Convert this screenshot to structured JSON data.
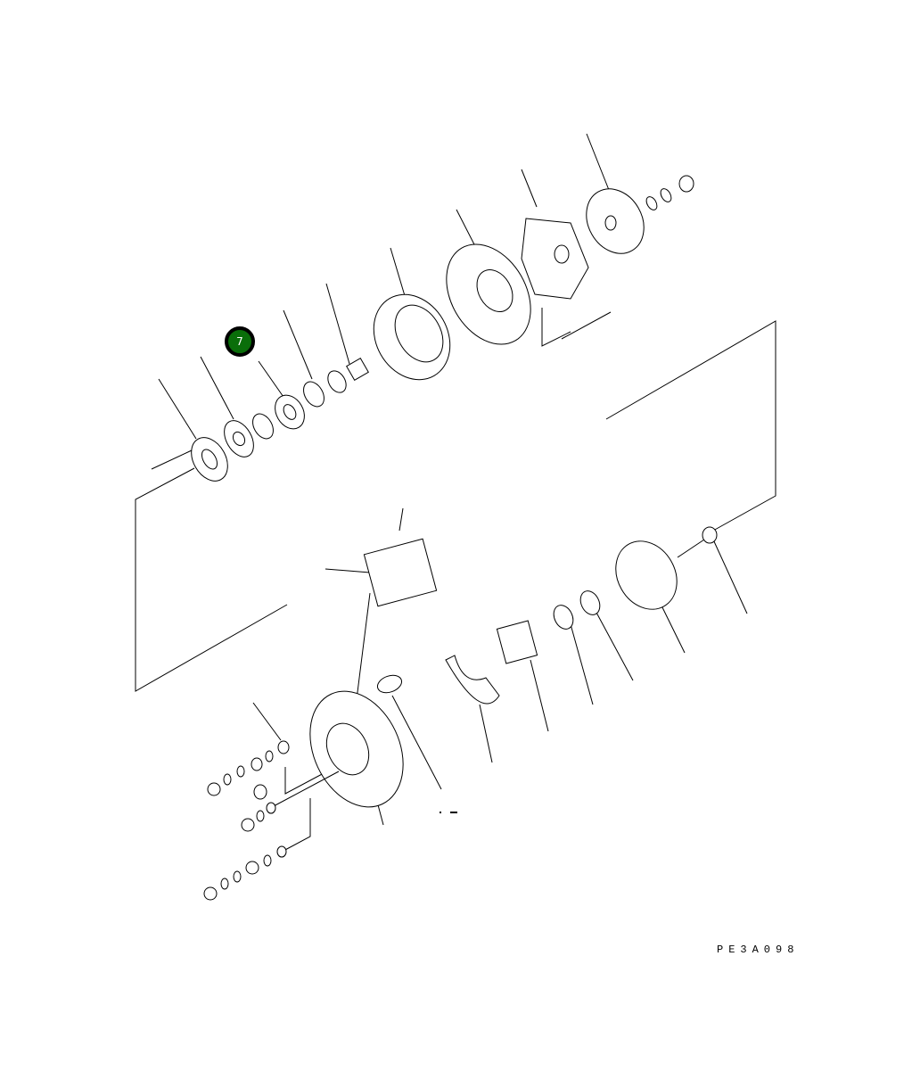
{
  "diagram": {
    "type": "exploded parts diagram",
    "subject": "alternator assembly",
    "drawing_code": "PE3A098",
    "callouts": [
      {
        "label": "7",
        "color": "#0a6e0a",
        "border": "#000000",
        "target": "bearing"
      }
    ],
    "unlabeled_text": "- ‒"
  }
}
